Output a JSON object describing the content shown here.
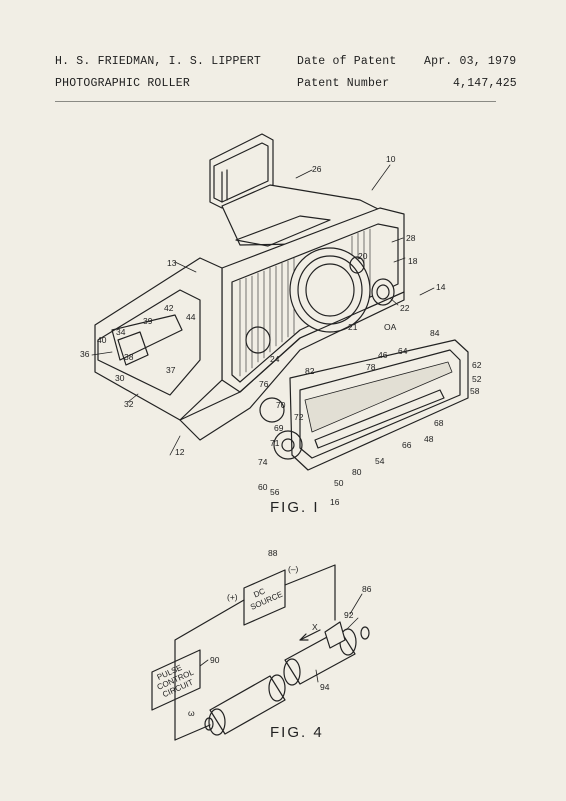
{
  "header": {
    "inventors": "H. S. FRIEDMAN, I. S. LIPPERT",
    "title": "PHOTOGRAPHIC ROLLER",
    "date_label": "Date of Patent",
    "date_value": "Apr. 03, 1979",
    "number_label": "Patent Number",
    "number_value": "4,147,425"
  },
  "figures": {
    "fig1": {
      "caption": "FIG. I",
      "labels": [
        "10",
        "26",
        "28",
        "18",
        "22",
        "14",
        "13",
        "20",
        "21",
        "OA",
        "84",
        "46",
        "64",
        "62",
        "52",
        "58",
        "78",
        "82",
        "68",
        "48",
        "66",
        "54",
        "80",
        "50",
        "16",
        "56",
        "60",
        "74",
        "71",
        "69",
        "72",
        "70",
        "76",
        "24",
        "42",
        "39",
        "44",
        "34",
        "40",
        "38",
        "36",
        "37",
        "30",
        "32",
        "12"
      ]
    },
    "fig4": {
      "caption": "FIG. 4",
      "dc_source": [
        "DC",
        "SOURCE"
      ],
      "pulse": [
        "PULSE",
        "CONTROL",
        "CIRCUIT"
      ],
      "plus": "(+)",
      "minus": "(–)",
      "x_label": "X",
      "omega": "ω",
      "labels": [
        "88",
        "86",
        "92",
        "90",
        "94"
      ]
    }
  }
}
